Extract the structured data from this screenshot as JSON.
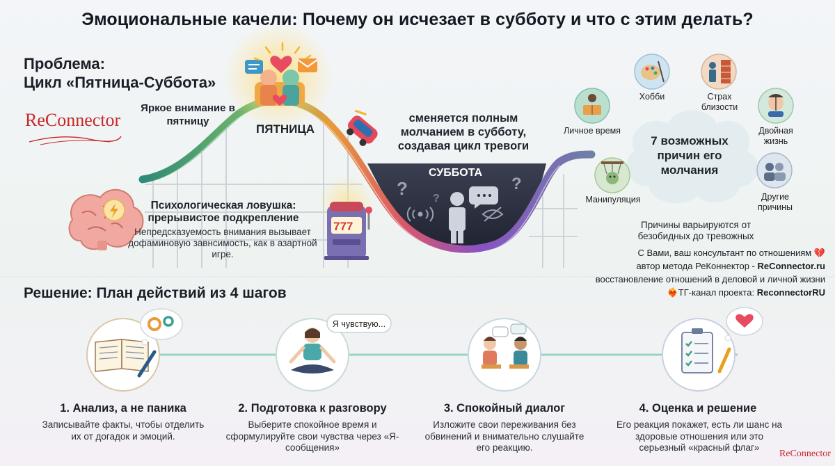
{
  "title": "Эмоциональные качели: Почему он исчезает в субботу и что с этим делать?",
  "problem": {
    "heading_line1": "Проблема:",
    "heading_line2": "Цикл «Пятница-Суббота»",
    "logo_text": "ReConnector",
    "bright_attention": "Яркое внимание в пятницу",
    "friday_label": "ПЯТНИЦА",
    "saturday_label": "СУББОТА",
    "silence_text": "сменяется полным молчанием в субботу, создавая цикл тревоги"
  },
  "trap": {
    "heading": "Психологическая ловушка: прерывистое подкрепление",
    "text": "Непредсказуемость внимания вызывает дофаминовую завнсимость, как в азартной игре.",
    "slot_symbols": "777"
  },
  "reasons": {
    "center": "7 возможных причин его молчания",
    "items": [
      {
        "label": "Личное время",
        "icon": "book-person-icon"
      },
      {
        "label": "Хобби",
        "icon": "palette-icon"
      },
      {
        "label": "Страх близости",
        "icon": "wall-person-icon"
      },
      {
        "label": "Двойная жизнь",
        "icon": "two-faces-icon"
      },
      {
        "label": "Манипуляция",
        "icon": "puppet-icon"
      },
      {
        "label": "Другие причины",
        "icon": "people-icon"
      }
    ],
    "note": "Причины варьируются от безобидных до тревожных"
  },
  "author": {
    "line1": "С Вами, ваш консультант по отношениям 💔",
    "line2_prefix": "автор метода РеКоннектор - ",
    "line2_site": "ReConnector.ru",
    "line3": "восстановление отношений в деловой и личной жизни",
    "line4_prefix": "❤️‍🔥ТГ-канал проекта: ",
    "line4_channel": "ReconnectorRU"
  },
  "solution": {
    "heading": "Решение: План действий из 4 шагов",
    "steps": [
      {
        "title": "1. Анализ, а не паника",
        "text": "Записывайте факты, чтобы отделить их от догадок и эмоций.",
        "icon": "journal-icon"
      },
      {
        "title": "2. Подготовка к разговору",
        "text": "Выберите спокойное время и сформулируйте свои чувства через «Я-сообщения»",
        "icon": "meditation-icon",
        "bubble": "Я чувствую..."
      },
      {
        "title": "3. Спокойный диалог",
        "text": "Изложите свои переживания без обвинений и внимательно слушайте его реакцию.",
        "icon": "dialog-icon"
      },
      {
        "title": "4. Оценка и решение",
        "text": "Его реакция покажет, есть ли шанс на здоровые отношения или это серьезный «красный флаг»",
        "icon": "checklist-icon"
      }
    ],
    "bottom_logo": "ReConnector"
  },
  "colors": {
    "accent_red": "#c8282a",
    "coaster_start": "#2e8a76",
    "coaster_mid": "#e89b3a",
    "coaster_end": "#7a55c8",
    "night_fill": "#2d3140"
  }
}
